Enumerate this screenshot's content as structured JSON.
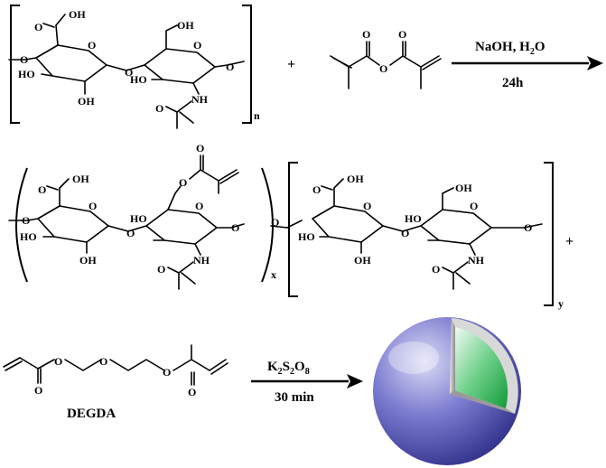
{
  "reagents": {
    "plus": "+",
    "polymer_repeat_n": "n",
    "polymer_repeat_x": "x",
    "polymer_repeat_y": "y",
    "crosslinker_name": "DEGDA"
  },
  "atoms": {
    "oh": "OH",
    "ho": "HO",
    "nh": "NH",
    "o": "O"
  },
  "step1": {
    "reagent": "NaOH, H",
    "reagent_sub": "2",
    "reagent_tail": "O",
    "time": "24h"
  },
  "step2": {
    "reagent_k": "K",
    "reagent_k_sub": "2",
    "reagent_s": "S",
    "reagent_s_sub": "2",
    "reagent_o": "O",
    "reagent_o_sub": "8",
    "time": "30 min"
  },
  "colors": {
    "sphere_outer": "#3a3a9e",
    "sphere_highlight": "#c8c8f0",
    "sphere_inner": "#1fb24a",
    "sphere_inner_light": "#e8f8ec",
    "cut_face": "#b0b0b0"
  },
  "icons": {
    "hydrogel": "hollow-sphere-icon",
    "arrow": "reaction-arrow-icon"
  }
}
